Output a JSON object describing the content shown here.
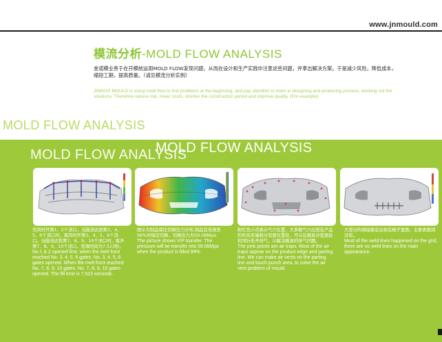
{
  "header": {
    "url": "www.jnmould.com"
  },
  "section": {
    "title_cn": "模流分析",
    "title_en": "-MOLD FLOW ANALYSIS",
    "intro_cn": "金诺模业善于在开模前运用MOLD FLOW发现问题，从而在设计和生产实践中注意这些问题，并拿出解决方案。于是减少风险，降低成本，缩短工期，提高质量。（请见模流分析实例）",
    "intro_en": "JINNUO MOULD is using mold flow to find problems at the beginning, and pay attention to them in designing and producing process, working out the solutions. Therefore reduce risk, lower costs, shorten the construction period and improve quality. (For example)",
    "ghost_heading": "MOLD FLOW ANALYSIS"
  },
  "panel": {
    "title_back": "MOLD FLOW ANALYSIS",
    "title_front": "MOLD FLOW ANALYSIS",
    "bg_color": "#9ec93a",
    "cards": [
      {
        "caption_cn": "先同时开第1、2个浇口，当融流达到第3、4、5、6个浇口时，再同时开第3、4、5、6个浇口。当融流达到第7、8、9、10个浇口时，再开第7、8、9、10个浇口，充填时间为7.523秒。",
        "caption_en": "No.1 & 2 opened first. when the melt front reached No. 3, 4, 5, 6 gates. No. 3, 4, 5, 6 gates opened. When the melt front reached No. 7, 8, 9, 10 gates. No. 7, 8, 9, 10 gates opened. The fill time is 7.523 seconds."
      },
      {
        "caption_cn": "图示为制品保压切换压力分布,制品在充填至99%时保压切换，切换压力为59.08Mpa.",
        "caption_en": "The picture shows V/P transfer. The pressure will be transfer into 59.08Mpa when the product is filled 99%."
      },
      {
        "caption_cn": "粉红色小点表示气穴位置，大多数气穴出现在产品的布局末端和分型面位置处，可以在模具分型面处和顶针处开排气，以解决模具的排气问题。",
        "caption_en": "The pink points are air traps. Most of the air traps appear on the product edge and parting line. We can make air vents on the parting line and touch punch area, to solve the air vent problem of mould."
      },
      {
        "caption_cn": "大部分的熔接痕会出现在格子里面，主要表面则没有。",
        "caption_en": "Most of the weld lines happened on the grid, there are no weld lines on the main appearance."
      }
    ]
  }
}
